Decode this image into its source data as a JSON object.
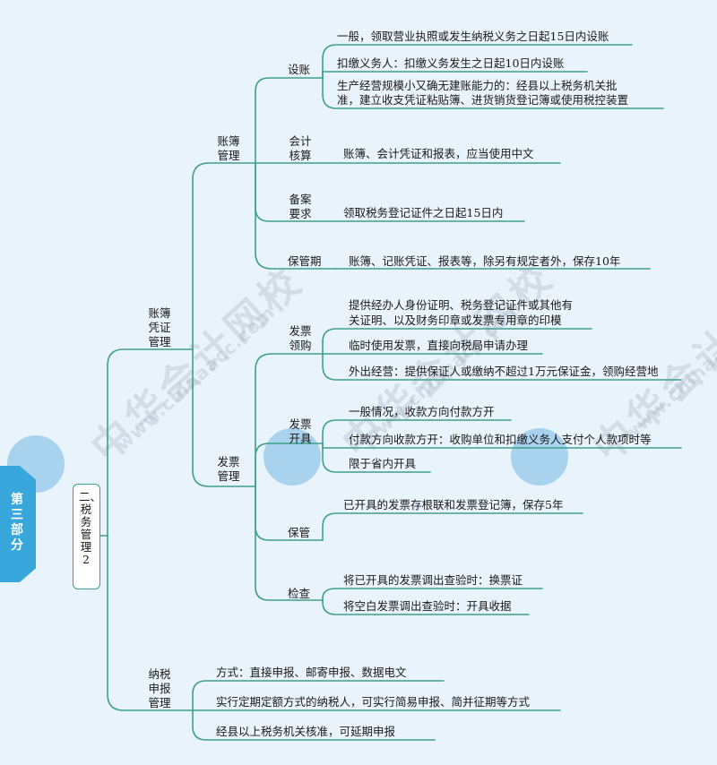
{
  "side_tab": "第三部分",
  "root": "二、税务管理2",
  "watermark": {
    "brand": "中华会计网校",
    "domain": "www.chinaacc.com"
  },
  "nodes": {
    "ledger_voucher": "账簿凭证管理",
    "ledger": "账簿管理",
    "setup": "设账",
    "setup_1": "一般，领取营业执照或发生纳税义务之日起15日内设账",
    "setup_2": "扣缴义务人：扣缴义务发生之日起10日内设账",
    "setup_3a": "生产经营规模小又确无建账能力的：经县以上税务机关批",
    "setup_3b": "准，建立收支凭证粘贴簿、进货销货登记簿或使用税控装置",
    "accounting": "会计核算",
    "accounting_1": "账簿、会计凭证和报表，应当使用中文",
    "filing": "备案要求",
    "filing_1": "领取税务登记证件之日起15日内",
    "keeping": "保管期",
    "keeping_1": "账簿、记账凭证、报表等，除另有规定者外，保存10年",
    "invoice": "发票管理",
    "claim": "发票领购",
    "claim_1a": "提供经办人身份证明、税务登记证件或其他有",
    "claim_1b": "关证明、以及财务印章或发票专用章的印模",
    "claim_2": "临时使用发票，直接向税局申请办理",
    "claim_3": "外出经营：提供保证人或缴纳不超过1万元保证金，领购经营地",
    "issue": "发票开具",
    "issue_1": "一般情况，收款方向付款方开",
    "issue_2": "付款方向收款方开：收购单位和扣缴义务人支付个人款项时等",
    "issue_3": "限于省内开具",
    "storage": "保管",
    "storage_1": "已开具的发票存根联和发票登记簿，保存5年",
    "check": "检查",
    "check_1": "将已开具的发票调出查验时：换票证",
    "check_2": "将空白发票调出查验时：开具收据",
    "tax_filing": "纳税申报管理",
    "tax_filing_1": "方式：直接申报、邮寄申报、数据电文",
    "tax_filing_2": "实行定期定额方式的纳税人，可实行简易申报、简并征期等方式",
    "tax_filing_3": "经县以上税务机关核准，可延期申报"
  },
  "colors": {
    "line": "#3f9f8c",
    "tab": "#38a8dc",
    "background": "#e9f3fb"
  }
}
